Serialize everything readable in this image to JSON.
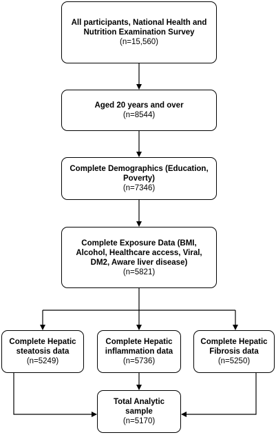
{
  "boxes": {
    "all_participants": {
      "title": "All participants, National Health and Nutrition Examination Survey",
      "count": "(n=15,560)"
    },
    "aged_20": {
      "title": "Aged 20 years and over",
      "count": "(n=8544)"
    },
    "demographics": {
      "title": "Complete Demographics (Education, Poverty)",
      "count": "(n=7346)"
    },
    "exposure": {
      "title": "Complete Exposure Data (BMI, Alcohol, Healthcare access, Viral, DM2, Aware liver disease)",
      "count": "(n=5821)"
    },
    "steatosis": {
      "title": "Complete Hepatic steatosis data",
      "count": "(n=5249)"
    },
    "inflammation": {
      "title": "Complete Hepatic inflammation data",
      "count": "(n=5736)"
    },
    "fibrosis": {
      "title": "Complete Hepatic Fibrosis data",
      "count": "(n=5250)"
    },
    "total": {
      "title": "Total Analytic sample",
      "count": "(n=5170)"
    }
  }
}
